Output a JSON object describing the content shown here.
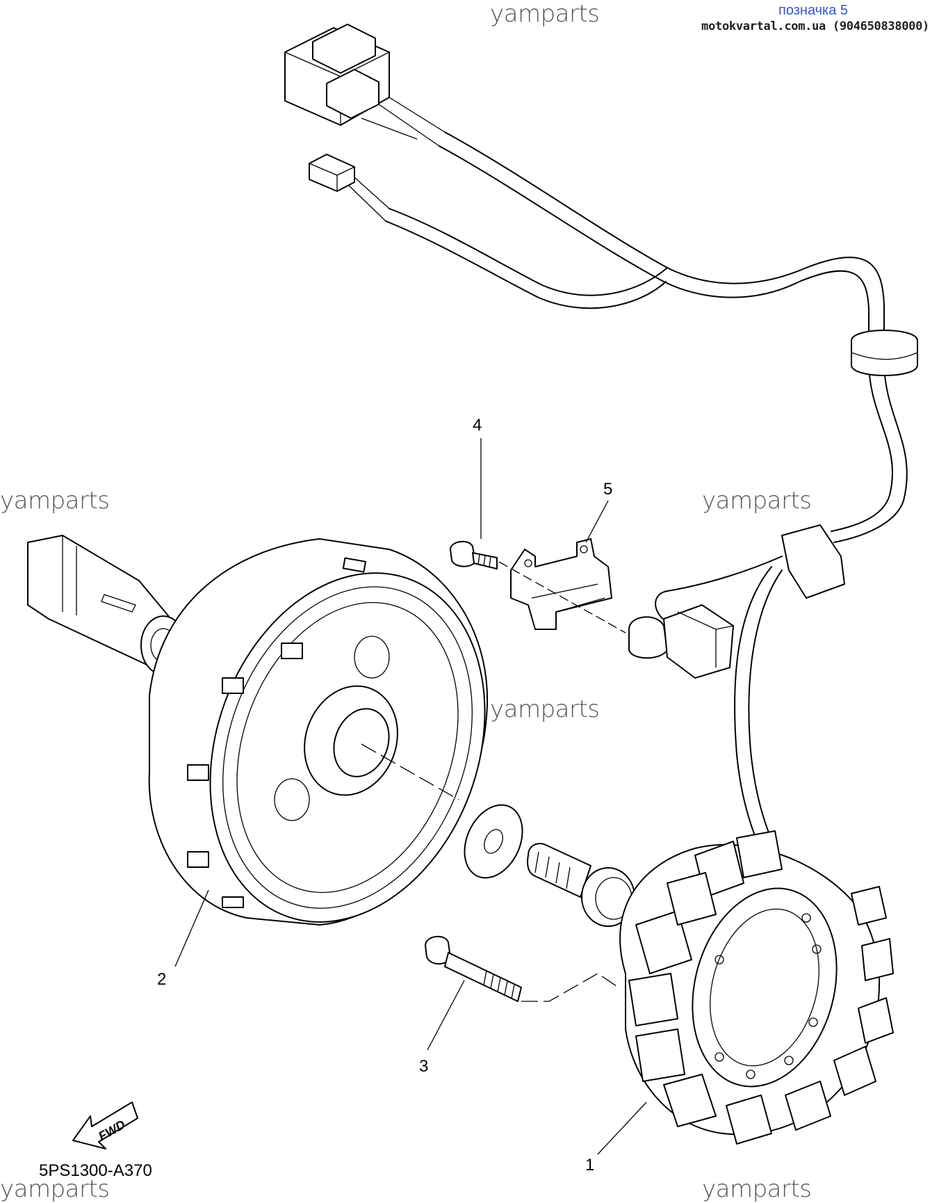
{
  "watermark": {
    "text": "yamparts"
  },
  "tag": {
    "title": "позначка 5",
    "subtitle": "motokvartal.com.ua (904650838000)"
  },
  "callouts": {
    "c1": "1",
    "c2": "2",
    "c3": "3",
    "c4": "4",
    "c5": "5"
  },
  "fwd_arrow": {
    "text": "FWD"
  },
  "diagram_code": "5PS1300-A370"
}
